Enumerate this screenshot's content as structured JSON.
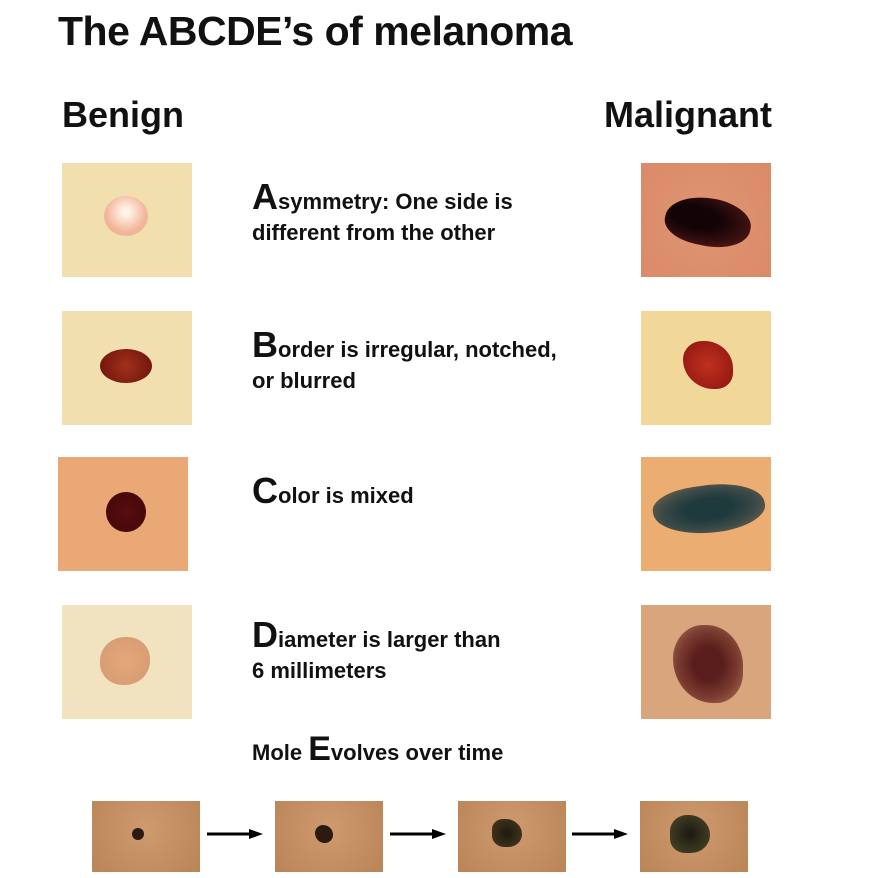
{
  "title": "The ABCDE’s of melanoma",
  "columns": {
    "benign": "Benign",
    "malignant": "Malignant"
  },
  "criteria": [
    {
      "letter": "A",
      "rest_line1": "symmetry:  One side is",
      "line2": "different from the other"
    },
    {
      "letter": "B",
      "rest_line1": "order is irregular, notched,",
      "line2": "or blurred"
    },
    {
      "letter": "C",
      "rest_line1": "olor is mixed",
      "line2": ""
    },
    {
      "letter": "D",
      "rest_line1": "iameter is larger than",
      "line2": "6 millimeters"
    }
  ],
  "evolve": {
    "prefix": "Mole ",
    "letter": "E",
    "suffix": "volves over time"
  }
}
